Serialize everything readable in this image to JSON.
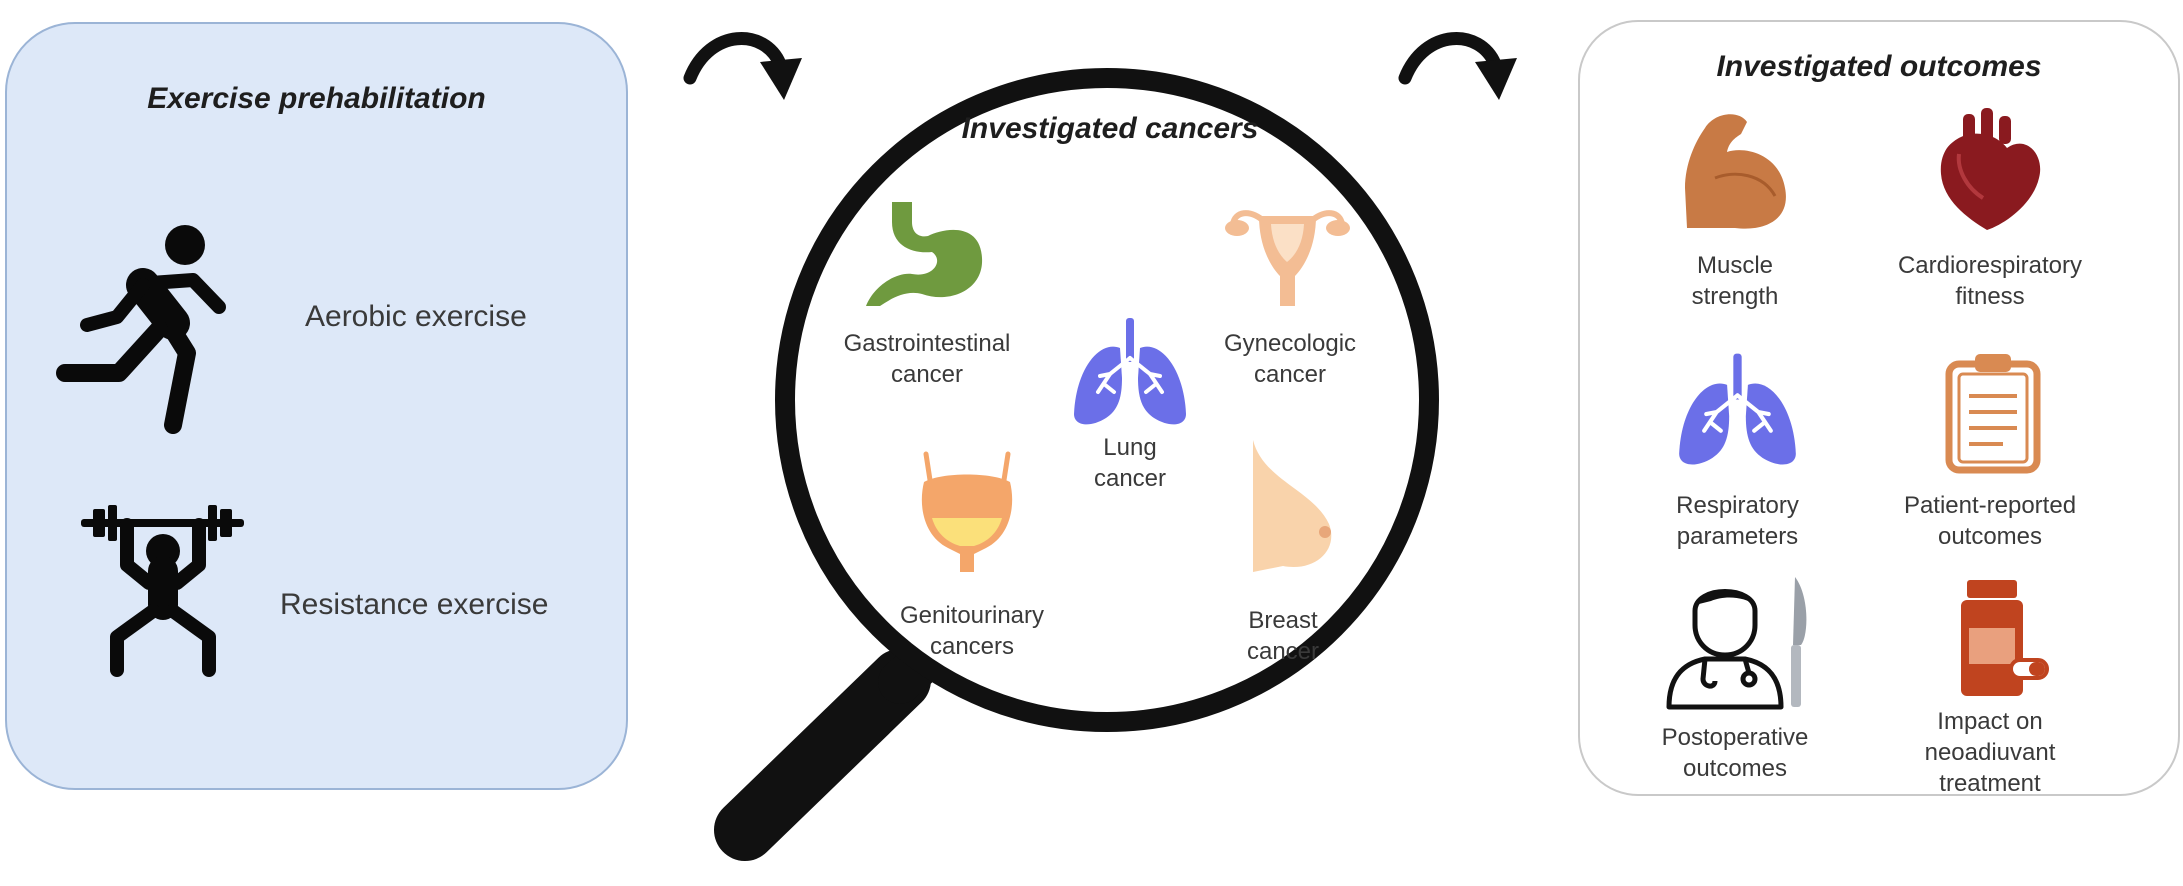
{
  "prehab": {
    "title": "Exercise prehabilitation",
    "items": [
      {
        "label": "Aerobic exercise",
        "icon": "running-person-icon"
      },
      {
        "label": "Resistance exercise",
        "icon": "weightlifter-icon"
      }
    ]
  },
  "cancers": {
    "title": "Investigated cancers",
    "items": [
      {
        "label": "Gastrointestinal\ncancer",
        "icon": "stomach-icon"
      },
      {
        "label": "Lung\ncancer",
        "icon": "lungs-icon"
      },
      {
        "label": "Gynecologic\ncancer",
        "icon": "uterus-icon"
      },
      {
        "label": "Genitourinary\ncancers",
        "icon": "bladder-icon"
      },
      {
        "label": "Breast\ncancer",
        "icon": "breast-icon"
      }
    ]
  },
  "outcomes": {
    "title": "Investigated outcomes",
    "items": [
      {
        "label": "Muscle\nstrength",
        "icon": "flexed-arm-icon"
      },
      {
        "label": "Cardiorespiratory\nfitness",
        "icon": "heart-icon"
      },
      {
        "label": "Respiratory\nparameters",
        "icon": "lungs-icon"
      },
      {
        "label": "Patient-reported\noutcomes",
        "icon": "clipboard-icon"
      },
      {
        "label": "Postoperative\noutcomes",
        "icon": "surgeon-knife-icon"
      },
      {
        "label": "Impact on\nneoadiuvant\ntreatment",
        "icon": "pill-bottle-icon"
      }
    ]
  },
  "colors": {
    "panel_blue": "#dde8f8",
    "stomach": "#6f9a3f",
    "lungs": "#6b6fe8",
    "uterus": "#f3bd94",
    "bladder": "#f4a66a",
    "breast": "#f9d3ab",
    "arm": "#c87a45",
    "heart": "#8a1a1f",
    "clipboard": "#d98a52",
    "pill_bottle": "#c0441f"
  }
}
